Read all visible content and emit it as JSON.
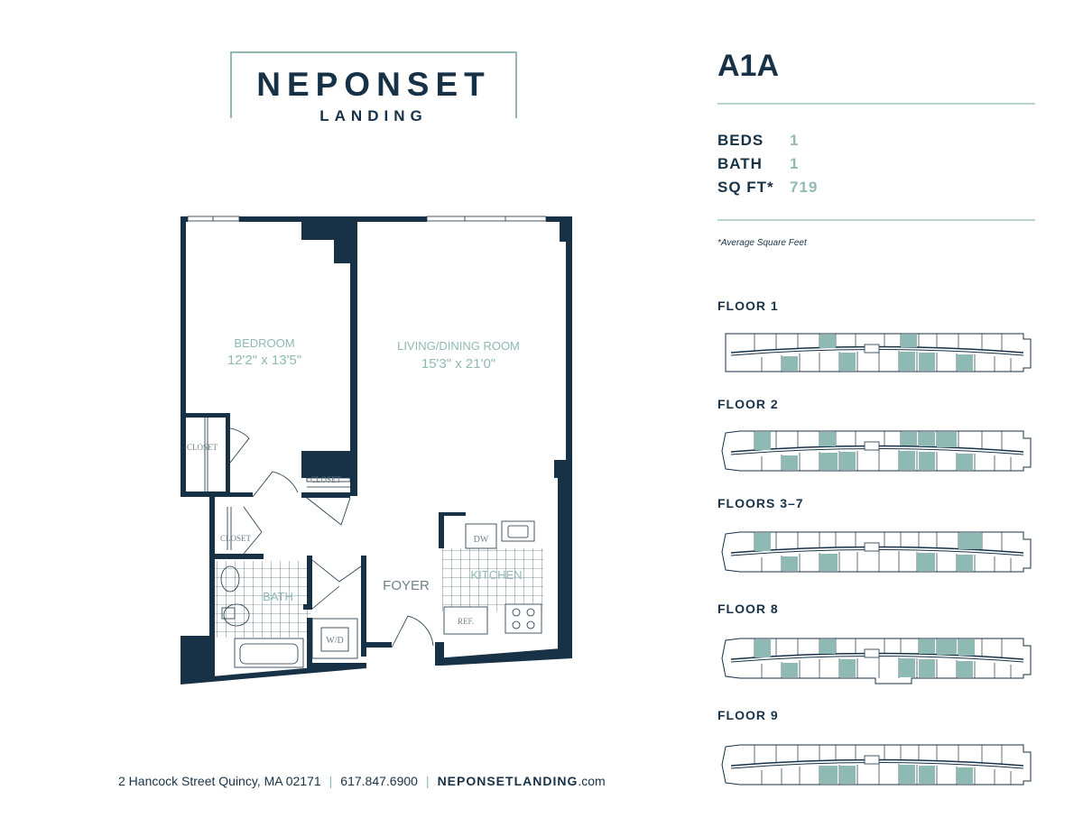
{
  "logo": {
    "name": "NEPONSET",
    "sub": "LANDING"
  },
  "unit": {
    "title": "A1A",
    "specs": [
      {
        "label": "BEDS",
        "value": "1"
      },
      {
        "label": "BATH",
        "value": "1"
      },
      {
        "label": "SQ FT*",
        "value": "719"
      }
    ],
    "note": "*Average Square Feet"
  },
  "floors": [
    {
      "label": "FLOOR 1"
    },
    {
      "label": "FLOOR 2"
    },
    {
      "label": "FLOORS 3–7"
    },
    {
      "label": "FLOOR 8"
    },
    {
      "label": "FLOOR 9"
    }
  ],
  "plan": {
    "bedroom": {
      "name": "BEDROOM",
      "dims": "12'2\" x 13'5\""
    },
    "living": {
      "name": "LIVING/DINING ROOM",
      "dims": "15'3\" x 21'0\""
    },
    "closet": "CLOSET",
    "bath": "BATH",
    "foyer": "FOYER",
    "kitchen": "KITCHEN",
    "dw": "DW",
    "ref": "REF.",
    "wd": "W/D"
  },
  "footer": {
    "address": "2 Hancock Street Quincy, MA 02171",
    "phone": "617.847.6900",
    "website_main": "NEPONSETLANDING",
    "website_tld": ".com"
  },
  "colors": {
    "navy": "#173147",
    "accent": "#8fb9b3",
    "rule": "#b7d2cd"
  }
}
